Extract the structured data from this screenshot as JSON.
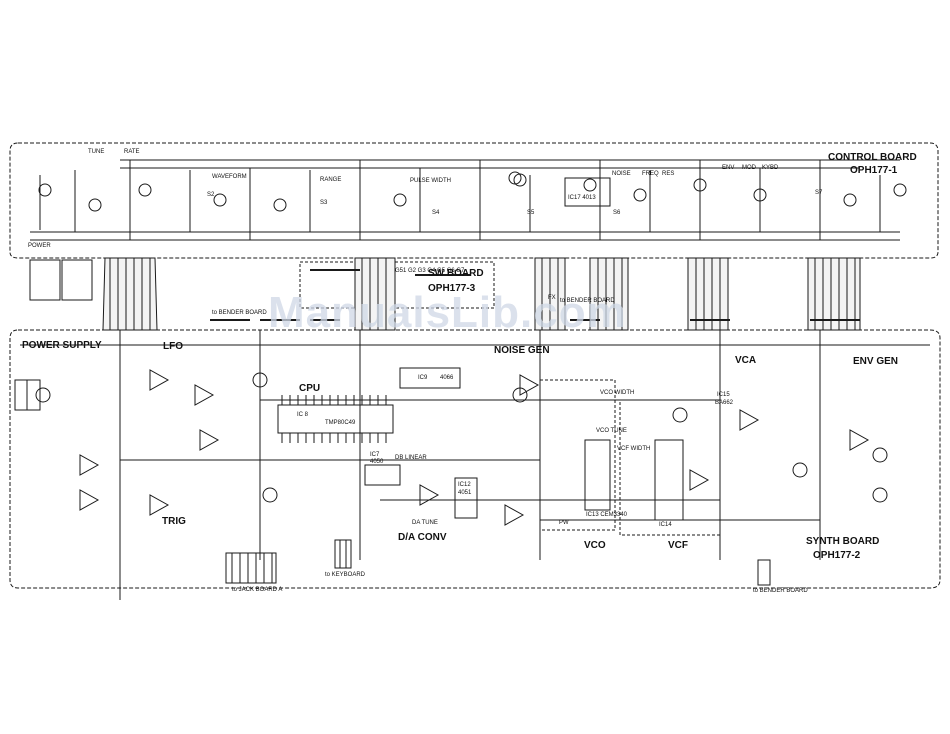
{
  "boards": {
    "control": {
      "title": "CONTROL BOARD",
      "code": "OPH177-1"
    },
    "sw": {
      "title": "SW BOARD",
      "code": "OPH177-3"
    },
    "synth": {
      "title": "SYNTH BOARD",
      "code": "OPH177-2"
    }
  },
  "sections": {
    "power_supply": "POWER SUPPLY",
    "lfo": "LFO",
    "cpu": "CPU",
    "noise_gen": "NOISE GEN",
    "vca": "VCA",
    "env_gen": "ENV GEN",
    "trig": "TRIG",
    "da_conv": "D/A CONV",
    "vco": "VCO",
    "vcf": "VCF"
  },
  "small_labels": {
    "tune": "TUNE",
    "rate": "RATE",
    "waveform": "WAVEFORM",
    "range": "RANGE",
    "pulse_width": "PULSE WIDTH",
    "noise": "NOISE",
    "freq": "FREQ",
    "res": "RES",
    "env": "ENV",
    "mod": "MOD",
    "kybd": "KYBD",
    "ic17": "IC17 4013",
    "power": "POWER",
    "s2": "S2",
    "s3": "S3",
    "s4": "S4",
    "s5": "S5",
    "s6": "S6",
    "s7": "S7",
    "to_bender_board_1": "to BENDER BOARD",
    "to_bender_board_2": "to BENDER BOARD",
    "to_bender_board_3": "to BENDER BOARD",
    "to_jack_board_a": "to JACK BOARD A",
    "to_keyboard": "to KEYBOARD",
    "ic8": "IC 8",
    "tmp8040": "TMP80C49",
    "ic7": "IC7",
    "ic7_num": "4050",
    "db_linear": "DB LINEAR",
    "ic9": "IC9",
    "ic9_num": "4066",
    "ic12": "IC12",
    "ic12_num": "4051",
    "da_tune": "DA TUNE",
    "vco_width": "VCO WIDTH",
    "vco_tune": "VCO TUNE",
    "vcf_width": "VCF WIDTH",
    "ic13": "IC13 CEM3340",
    "ic14": "IC14",
    "ic15": "IC15",
    "ba662": "BA662",
    "pw": "PW",
    "sw_nums": "G51 G2 G3 G4 G5 G6 G7",
    "fx": "FX"
  },
  "watermark": "ManualsLib.com",
  "colors": {
    "ink": "#1a1a1a",
    "paper": "#ffffff",
    "watermark": "#cfd8e6"
  }
}
